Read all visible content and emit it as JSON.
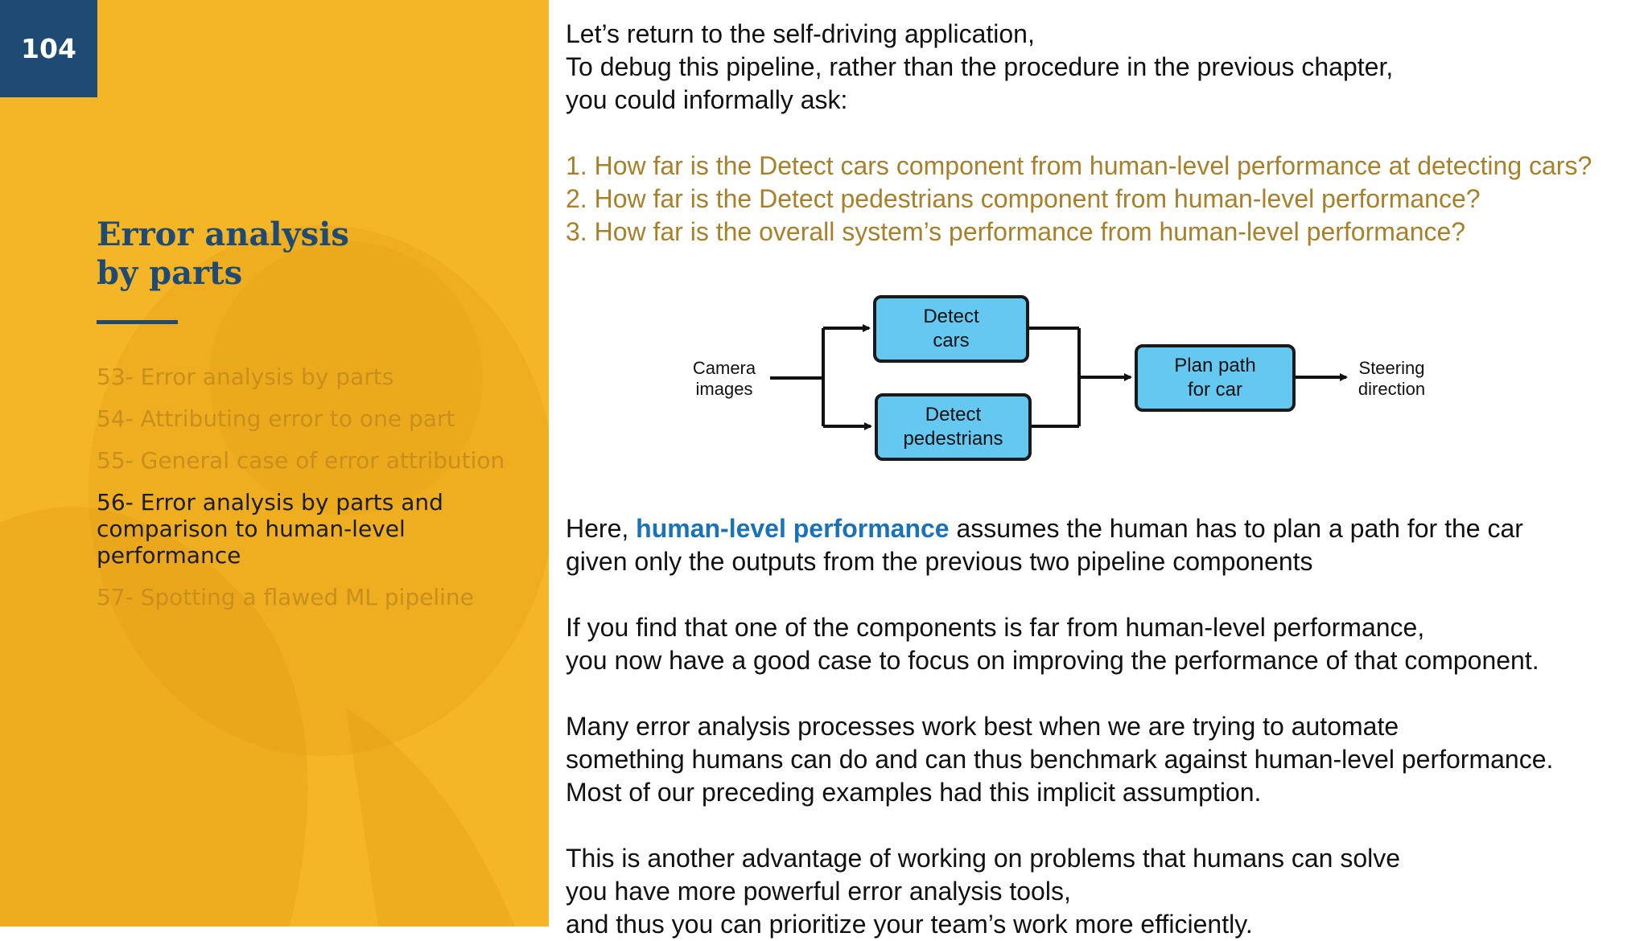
{
  "page_number": "104",
  "sidebar": {
    "title_line1": "Error analysis",
    "title_line2": "by parts",
    "toc": [
      {
        "label": "53- Error analysis by parts"
      },
      {
        "label": "54- Attributing error to one part"
      },
      {
        "label": "55- General case of error attribution"
      },
      {
        "label": "56- Error analysis by parts and comparison to human-level performance",
        "active": true
      },
      {
        "label": "57- Spotting a flawed ML pipeline"
      }
    ]
  },
  "content": {
    "intro": [
      "Let’s return to the self-driving application,",
      "To debug this pipeline, rather than the procedure in the previous chapter,",
      "you could informally ask:"
    ],
    "questions": [
      "1. How far is the Detect cars component from human-level performance at detecting cars?",
      "2. How far is the Detect pedestrians component from human-level performance?",
      "3. How far is the overall system’s performance from human-level performance?"
    ],
    "here_prefix": "Here, ",
    "here_highlight": "human-level performance",
    "here_suffix": " assumes the human has to plan a path for the car",
    "here_line2": "given only the outputs from the previous two pipeline components",
    "para_components": [
      "If you find that one of the components is far from human-level performance,",
      "you now have a good case to focus on improving the performance of that component."
    ],
    "para_processes": [
      "Many error analysis processes work best when we are trying to automate",
      "something humans can do and can thus benchmark against human-level performance.",
      "Most of our preceding examples had this implicit assumption."
    ],
    "para_advantage": [
      "This is another advantage of working on problems that humans can solve",
      "you have more powerful error analysis tools,",
      "and thus you can prioritize your team’s work more efficiently."
    ]
  },
  "diagram": {
    "input": [
      "Camera",
      "images"
    ],
    "detect_cars": [
      "Detect",
      "cars"
    ],
    "detect_pedestrians": [
      "Detect",
      "pedestrians"
    ],
    "plan_path": [
      "Plan path",
      "for car"
    ],
    "output": [
      "Steering",
      "direction"
    ]
  },
  "colors": {
    "sidebar_bg": "#f4b526",
    "navy": "#1f4a73",
    "question_text": "#a8802a",
    "highlight": "#1a72b8",
    "box_fill": "#64c8f0"
  }
}
